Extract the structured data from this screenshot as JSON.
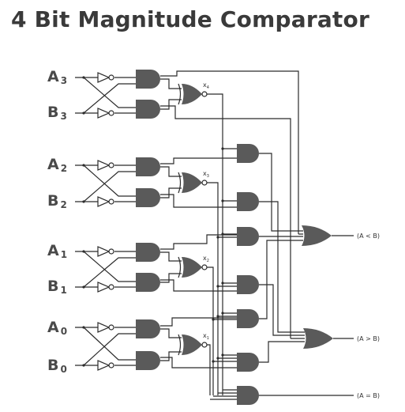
{
  "title": "4 Bit Magnitude Comparator",
  "inputs": [
    {
      "letter": "A",
      "sub": "3"
    },
    {
      "letter": "B",
      "sub": "3"
    },
    {
      "letter": "A",
      "sub": "2"
    },
    {
      "letter": "B",
      "sub": "2"
    },
    {
      "letter": "A",
      "sub": "1"
    },
    {
      "letter": "B",
      "sub": "1"
    },
    {
      "letter": "A",
      "sub": "0"
    },
    {
      "letter": "B",
      "sub": "0"
    }
  ],
  "xnor_labels": [
    {
      "letter": "x",
      "sub": "4"
    },
    {
      "letter": "x",
      "sub": "3"
    },
    {
      "letter": "x",
      "sub": "2"
    },
    {
      "letter": "x",
      "sub": "1"
    }
  ],
  "outputs": {
    "less": "(A < B)",
    "greater": "(A > B)",
    "equal": "(A = B)"
  },
  "colors": {
    "gate": "#5a5a5a",
    "wire": "#2b2b2b",
    "title": "#3a3a3a"
  }
}
